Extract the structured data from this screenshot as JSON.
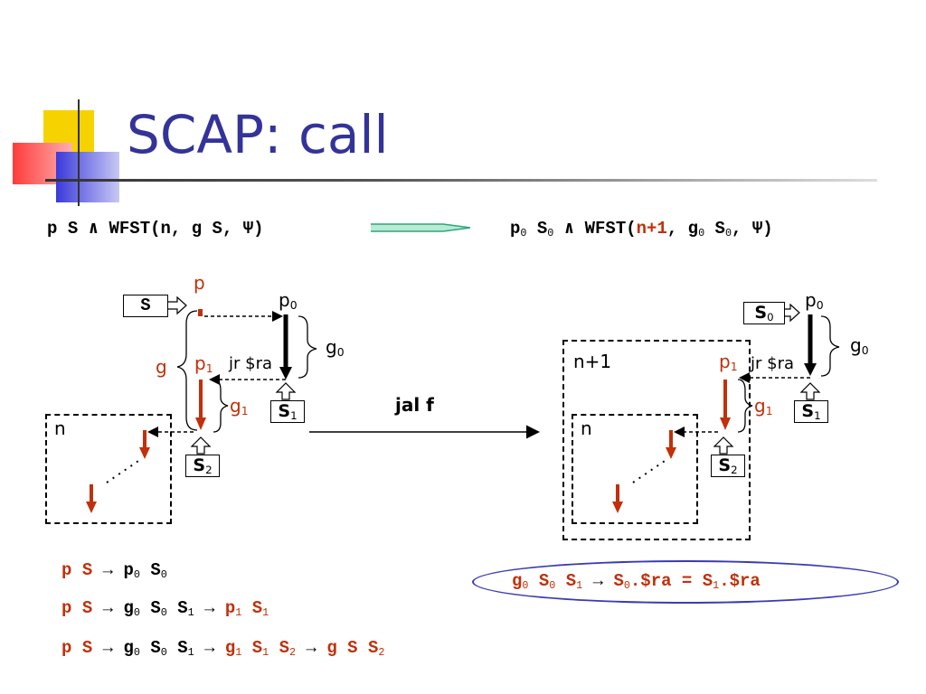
{
  "slide": {
    "title": "SCAP: call"
  },
  "header_formulas": {
    "left": {
      "p": "p",
      "S": "S",
      "and": "∧",
      "wfst": "WFST(",
      "n": "n",
      "sep1": ",",
      "g": "g",
      "S2": "S",
      "sep2": ",",
      "psi": "Ψ",
      "close": ")"
    },
    "right": {
      "p": "p",
      "p_sub": "0",
      "S": "S",
      "S_sub": "0",
      "and": "∧",
      "wfst": "WFST(",
      "n1": "n+1",
      "sep1": ",",
      "g": "g",
      "g_sub": "0",
      "S2": "S",
      "S2_sub": "0",
      "sep2": ",",
      "psi": "Ψ",
      "close": ")"
    }
  },
  "left_diagram": {
    "p": "p",
    "p0": "p",
    "p0_sub": "0",
    "g0": "g",
    "g0_sub": "0",
    "g": "g",
    "p1": "p",
    "p1_sub": "1",
    "jr": "jr $ra",
    "g1": "g",
    "g1_sub": "1",
    "n": "n",
    "S": "S",
    "S1": "S",
    "S1_sub": "1",
    "S2": "S",
    "S2_sub": "2"
  },
  "transition": {
    "label": "jal f"
  },
  "right_diagram": {
    "p0": "p",
    "p0_sub": "0",
    "g0": "g",
    "g0_sub": "0",
    "n1": "n+1",
    "p1": "p",
    "p1_sub": "1",
    "jr": "jr $ra",
    "g1": "g",
    "g1_sub": "1",
    "n": "n",
    "S0": "S",
    "S0_sub": "0",
    "S1": "S",
    "S1_sub": "1",
    "S2": "S",
    "S2_sub": "2"
  },
  "bottom_formulas": {
    "line1": {
      "a": "p",
      "b": "S",
      "arrow": "→",
      "c": "p",
      "c_sub": "0",
      "d": "S",
      "d_sub": "0"
    },
    "line2": {
      "a": "p",
      "b": "S",
      "arrow": "→",
      "c": "g",
      "c_sub": "0",
      "d": "S",
      "d_sub": "0",
      "e": "S",
      "e_sub": "1",
      "arrow2": "→",
      "f": "p",
      "f_sub": "1",
      "h": "S",
      "h_sub": "1"
    },
    "line3": {
      "a": "p",
      "b": "S",
      "arrow": "→",
      "c": "g",
      "c_sub": "0",
      "d": "S",
      "d_sub": "0",
      "e": "S",
      "e_sub": "1",
      "arrow2": "→",
      "f": "g",
      "f_sub": "1",
      "h": "S",
      "h_sub": "1",
      "i": "S",
      "i_sub": "2",
      "arrow3": "→",
      "j": "g",
      "k": "S",
      "l": "S",
      "l_sub": "2"
    },
    "ellipse": {
      "g": "g",
      "g_sub": "0",
      "s0": "S",
      "s0_sub": "0",
      "s1": "S",
      "s1_sub": "1",
      "arrow": "→",
      "s0b": "S",
      "s0b_sub": "0",
      "ra1": ".$ra =",
      "s1b": "S",
      "s1b_sub": "1",
      "ra2": ".$ra"
    }
  },
  "colors": {
    "title": "#33339a",
    "accent_red": "#c1300a",
    "ellipse_border": "#3b3bb3",
    "arrow_green": "#2aa876"
  }
}
